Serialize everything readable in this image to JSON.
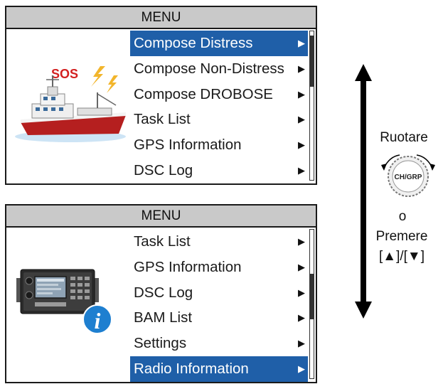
{
  "screen_top": {
    "title": "MENU",
    "items": [
      {
        "label": "Compose Distress",
        "arrow": "▶",
        "selected": true
      },
      {
        "label": "Compose Non-Distress",
        "arrow": "▶",
        "selected": false
      },
      {
        "label": "Compose DROBOSE",
        "arrow": "▶",
        "selected": false
      },
      {
        "label": "Task List",
        "arrow": "▶",
        "selected": false
      },
      {
        "label": "GPS Information",
        "arrow": "▶",
        "selected": false
      },
      {
        "label": "DSC Log",
        "arrow": "▶",
        "selected": false
      }
    ],
    "illustration": {
      "icon": "ship-icon",
      "badge": "SOS"
    }
  },
  "screen_bottom": {
    "title": "MENU",
    "items": [
      {
        "label": "Task List",
        "arrow": "▶",
        "selected": false
      },
      {
        "label": "GPS Information",
        "arrow": "▶",
        "selected": false
      },
      {
        "label": "DSC Log",
        "arrow": "▶",
        "selected": false
      },
      {
        "label": "BAM List",
        "arrow": "▶",
        "selected": false
      },
      {
        "label": "Settings",
        "arrow": "▶",
        "selected": false
      },
      {
        "label": "Radio Information",
        "arrow": "▶",
        "selected": true
      }
    ],
    "illustration": {
      "icon": "radio-info-icon",
      "badge": "i"
    }
  },
  "side": {
    "rotate_label": "Ruotare",
    "knob_label": "CH/GRP",
    "or_label": "o",
    "press_label": "Premere",
    "keys_label": "[▲]/[▼]"
  },
  "colors": {
    "selection": "#1f5fa8",
    "title_bar": "#c9c9c9",
    "sos": "#d32020"
  }
}
